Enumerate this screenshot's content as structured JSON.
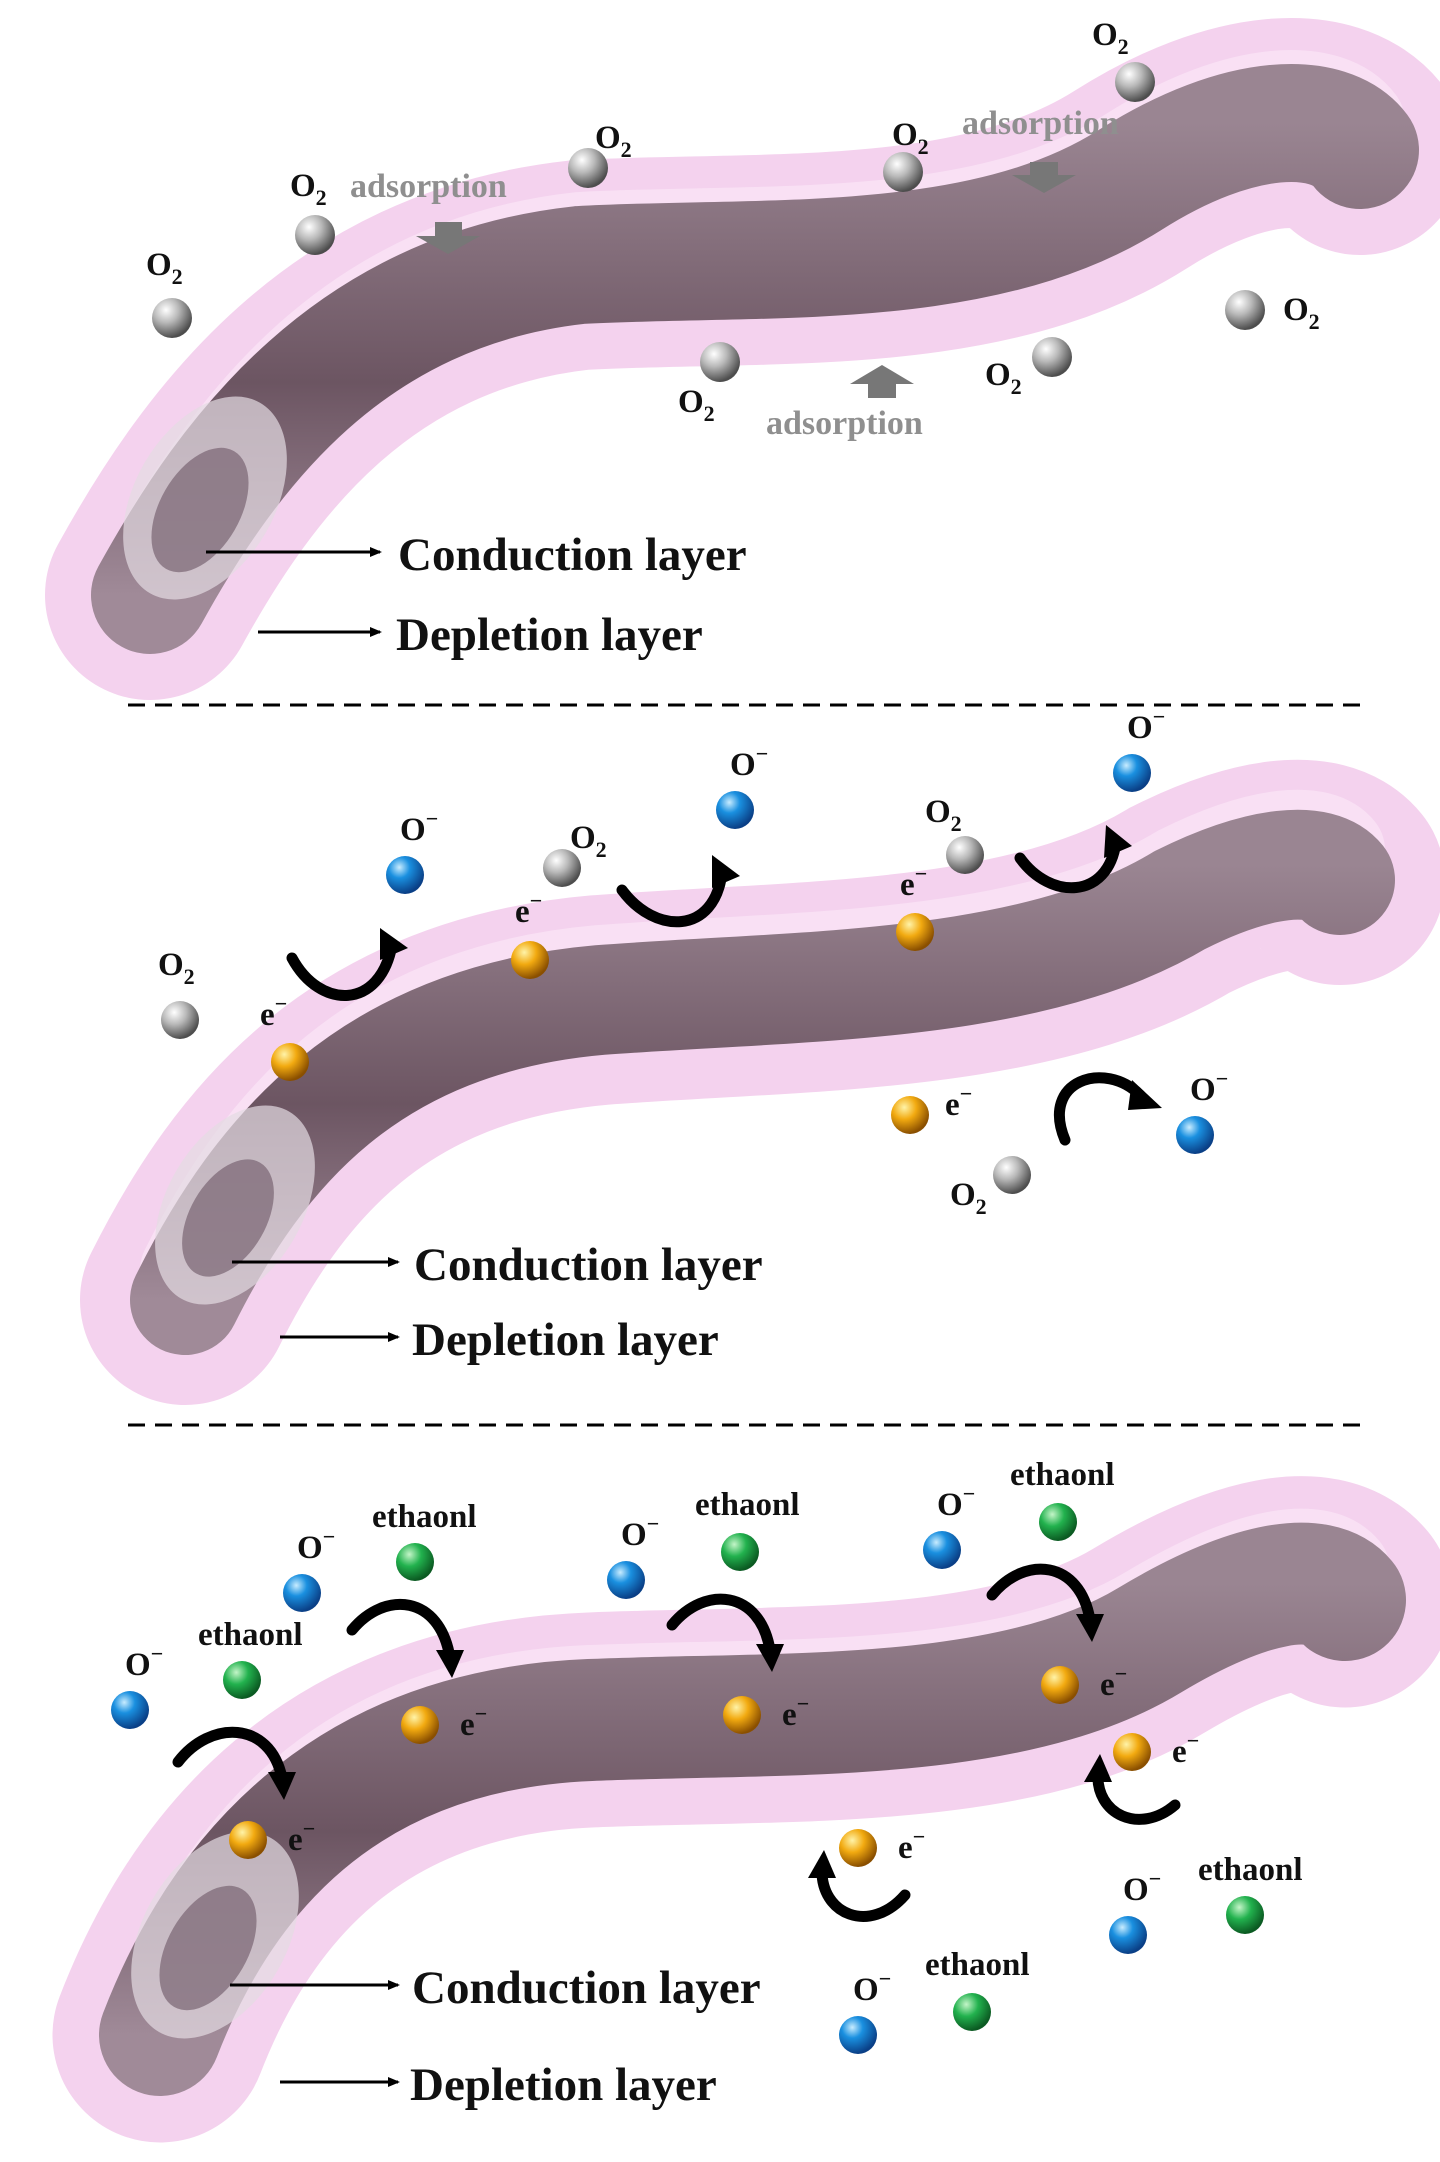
{
  "species": {
    "o2_main": "O",
    "o2_sub": "2",
    "o_minus": "O",
    "minus": "−",
    "electron": "e",
    "ethanol": "ethaonl"
  },
  "labels": {
    "adsorption": "adsorption",
    "conduction": "Conduction layer",
    "depletion": "Depletion layer"
  },
  "colors": {
    "o2_sphere": "#9e9e9e",
    "o_minus_sphere": "#1a86d6",
    "electron_sphere": "#f0a500",
    "ethanol_sphere": "#1fae4b",
    "depletion_shell": "#f4d2ee",
    "conduction_core": "#7a6472",
    "adsorption_arrow": "#777777"
  },
  "panels": [
    {
      "name": "oxygen-adsorption"
    },
    {
      "name": "oxygen-ionization"
    },
    {
      "name": "ethanol-reaction"
    }
  ]
}
